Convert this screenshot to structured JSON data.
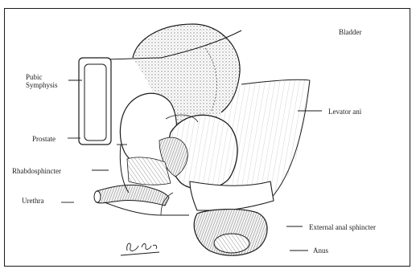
{
  "labels": {
    "bladder": "Bladder",
    "pubic_symphysis": "Pubic\nSymphysis",
    "levator_ani": "Levator ani",
    "prostate": "Prostate",
    "rhabdosphincter": "Rhabdosphincter",
    "urethra": "Urethra",
    "external_anal_sphincter": "External anal sphincter",
    "anus": "Anus"
  },
  "signature": "S. Cohen",
  "colors": {
    "line": "#1a1a1a",
    "shading": "#9a9a9a",
    "background": "#ffffff"
  }
}
